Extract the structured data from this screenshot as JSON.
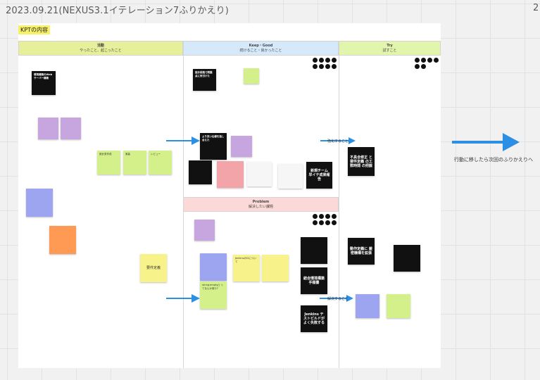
{
  "board": {
    "title": "2023.09.21(NEXUS3.1イテレーション7ふりかえり)",
    "title_right": "2",
    "kpt_label": "KPTの内容",
    "columns": {
      "done": {
        "title": "活動",
        "subtitle": "やったこと、起こったこと"
      },
      "keep": {
        "title": "Keep・Good",
        "subtitle": "続けること・良かったこと"
      },
      "problem": {
        "title": "Problem",
        "subtitle": "解決したい課題"
      },
      "try": {
        "title": "Try",
        "subtitle": "試すこと"
      }
    },
    "arrow_labels": {
      "keep_to_try": "強化すること",
      "problem_to_try": "解決すること"
    },
    "next_label": "行動に移したら次回のふりかえりへ"
  },
  "notes": {
    "n1": "環境構築のWebサーバー構築",
    "n2": "",
    "n3": "",
    "n4": "設計書作成",
    "n5": "実装",
    "n6": "レビュー",
    "n7": "",
    "n8": "",
    "n9": "要件定義",
    "keep1": "設計段階で問題点に気付けた",
    "keep2": "",
    "keep3": "より良い仕様を話し合えた",
    "keep4": "",
    "keep5": "",
    "keep6": "",
    "keep7": "",
    "keep8": "新規チーム 早イテ成果報告",
    "prob0": "",
    "prob1": "",
    "prob2": "string.empty() ってなんか使う?",
    "prob3": "JenkinsのCIについて",
    "prob4": "",
    "prob5": "",
    "prob6": "結合環境構築 手順書",
    "prob7": "Jenkins テストビルドが よく失敗する",
    "try1": "不具合修正 と要件定義 の工数時間 の把握",
    "try2": "動作定義に 厳密機構を拡張",
    "try3": "",
    "try4": "",
    "try5": ""
  }
}
